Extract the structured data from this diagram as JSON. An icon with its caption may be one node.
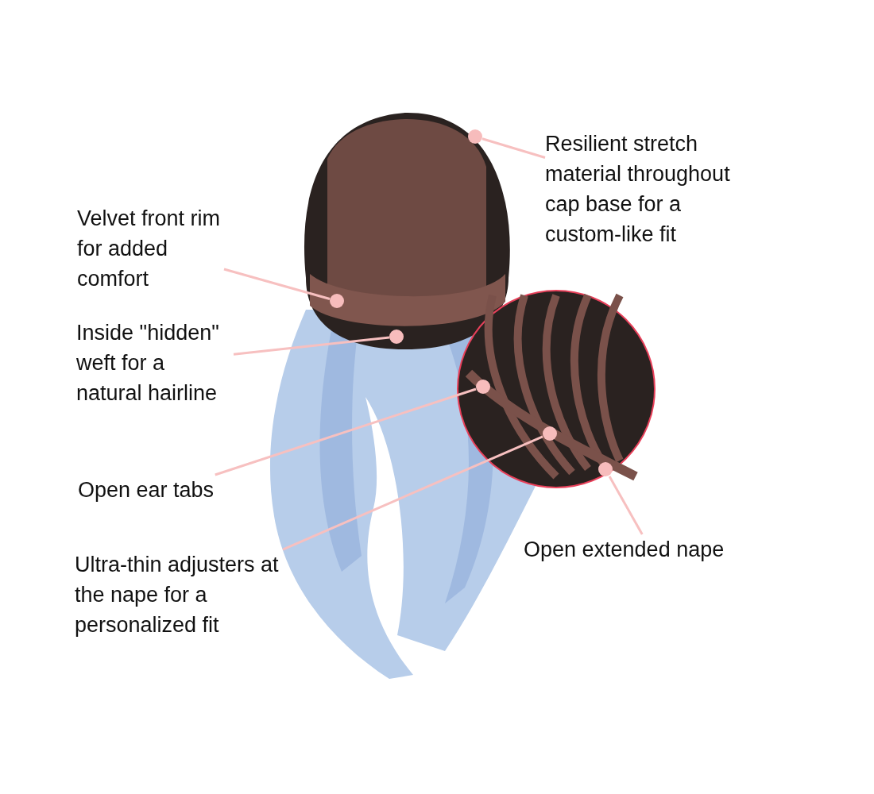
{
  "diagram": {
    "nodes": [
      {
        "text": [
          "Resilient stretch material throughout cap base for a custom-like fit"
        ]
      },
      {
        "text": [],
        "shape": "circle"
      },
      {
        "text": [
          "Velvet front rim for added comfort"
        ]
      },
      {
        "text": [],
        "shape": "circle"
      },
      {
        "text": [
          "Inside \"hidden\" weft for a natural hairline"
        ]
      },
      {
        "text": [],
        "shape": "circle"
      },
      {
        "text": [
          "Open ear tabs"
        ]
      },
      {
        "text": [],
        "shape": "circle"
      },
      {
        "text": [
          "Ultra-thin adjusters at the nape for a personalized fit"
        ]
      },
      {
        "text": [],
        "shape": "circle"
      },
      {
        "text": [
          "Open extended nape"
        ]
      },
      {
        "text": [],
        "shape": "circle"
      }
    ],
    "edges": [
      {
        "from": 0,
        "to": 1,
        "arrow": "none"
      },
      {
        "from": 2,
        "to": 3,
        "arrow": "none"
      },
      {
        "from": 4,
        "to": 5,
        "arrow": "none"
      },
      {
        "from": 6,
        "to": 7,
        "arrow": "none"
      },
      {
        "from": 8,
        "to": 9,
        "arrow": "none"
      },
      {
        "from": 10,
        "to": 11,
        "arrow": "none"
      }
    ]
  }
}
